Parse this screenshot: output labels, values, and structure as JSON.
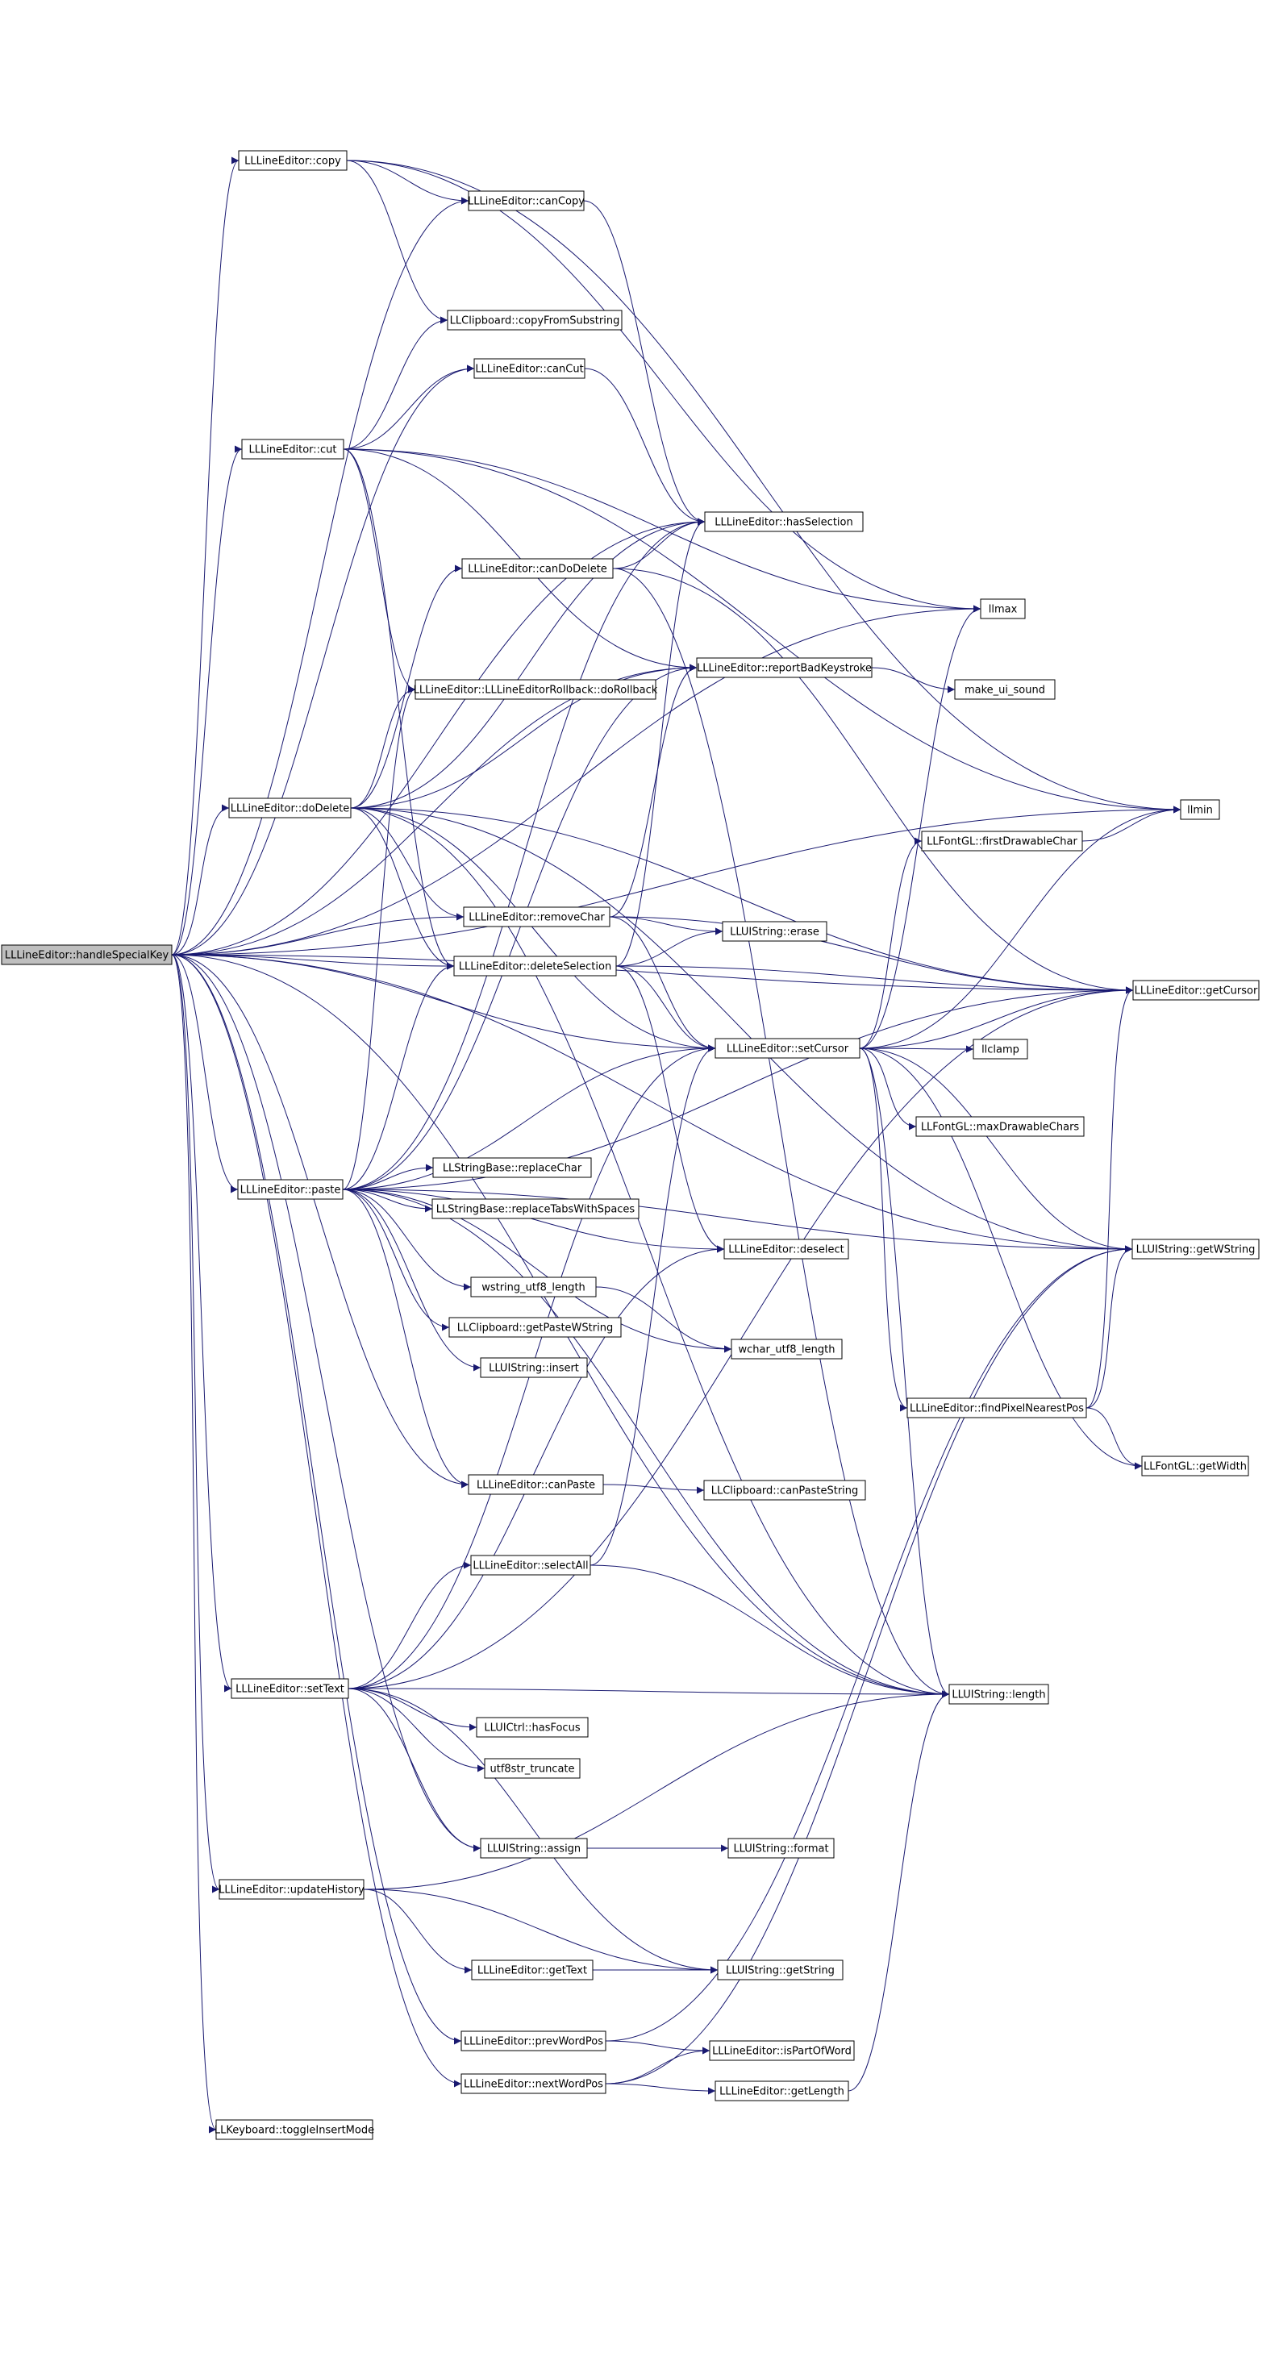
{
  "colors": {
    "edge": "#191970",
    "node_fill": "#ffffff",
    "root_fill": "#bfbfbf",
    "border_normal": "#000000",
    "border_truncated": "#ff0000",
    "text": "#000000"
  },
  "nodes": [
    {
      "id": "handleSpecialKey",
      "label": "LLLineEditor::handleSpecialKey",
      "root": true
    },
    {
      "id": "copy",
      "label": "LLLineEditor::copy"
    },
    {
      "id": "canCopy",
      "label": "LLLineEditor::canCopy"
    },
    {
      "id": "copyFromSubstring",
      "label": "LLClipboard::copyFromSubstring",
      "truncated": true
    },
    {
      "id": "canCut",
      "label": "LLLineEditor::canCut"
    },
    {
      "id": "cut",
      "label": "LLLineEditor::cut"
    },
    {
      "id": "hasSelection",
      "label": "LLLineEditor::hasSelection"
    },
    {
      "id": "canDoDelete",
      "label": "LLLineEditor::canDoDelete"
    },
    {
      "id": "llmax",
      "label": "llmax"
    },
    {
      "id": "doRollback",
      "label": "LLLineEditor::LLLineEditorRollback::doRollback"
    },
    {
      "id": "reportBadKeystroke",
      "label": "LLLineEditor::reportBadKeystroke"
    },
    {
      "id": "make_ui_sound",
      "label": "make_ui_sound",
      "truncated": true
    },
    {
      "id": "doDelete",
      "label": "LLLineEditor::doDelete"
    },
    {
      "id": "llmin",
      "label": "llmin"
    },
    {
      "id": "firstDrawableChar",
      "label": "LLFontGL::firstDrawableChar",
      "truncated": true
    },
    {
      "id": "removeChar",
      "label": "LLLineEditor::removeChar"
    },
    {
      "id": "erase",
      "label": "LLUIString::erase",
      "truncated": true
    },
    {
      "id": "deleteSelection",
      "label": "LLLineEditor::deleteSelection"
    },
    {
      "id": "getCursor",
      "label": "LLLineEditor::getCursor"
    },
    {
      "id": "setCursor",
      "label": "LLLineEditor::setCursor"
    },
    {
      "id": "llclamp",
      "label": "llclamp"
    },
    {
      "id": "maxDrawableChars",
      "label": "LLFontGL::maxDrawableChars",
      "truncated": true
    },
    {
      "id": "replaceChar",
      "label": "LLStringBase::replaceChar"
    },
    {
      "id": "paste",
      "label": "LLLineEditor::paste"
    },
    {
      "id": "replaceTabsWithSpaces",
      "label": "LLStringBase::replaceTabsWithSpaces"
    },
    {
      "id": "getWString",
      "label": "LLUIString::getWString"
    },
    {
      "id": "deselect",
      "label": "LLLineEditor::deselect"
    },
    {
      "id": "wstring_utf8_length",
      "label": "wstring_utf8_length"
    },
    {
      "id": "getPasteWString",
      "label": "LLClipboard::getPasteWString",
      "truncated": true
    },
    {
      "id": "wchar_utf8_length",
      "label": "wchar_utf8_length"
    },
    {
      "id": "insert",
      "label": "LLUIString::insert",
      "truncated": true
    },
    {
      "id": "findPixelNearestPos",
      "label": "LLLineEditor::findPixelNearestPos"
    },
    {
      "id": "getWidth",
      "label": "LLFontGL::getWidth",
      "truncated": true
    },
    {
      "id": "canPaste",
      "label": "LLLineEditor::canPaste"
    },
    {
      "id": "canPasteString",
      "label": "LLClipboard::canPasteString",
      "truncated": true
    },
    {
      "id": "selectAll",
      "label": "LLLineEditor::selectAll"
    },
    {
      "id": "setText",
      "label": "LLLineEditor::setText"
    },
    {
      "id": "length",
      "label": "LLUIString::length"
    },
    {
      "id": "hasFocus",
      "label": "LLUICtrl::hasFocus",
      "truncated": true
    },
    {
      "id": "utf8str_truncate",
      "label": "utf8str_truncate"
    },
    {
      "id": "assign",
      "label": "LLUIString::assign"
    },
    {
      "id": "format",
      "label": "LLUIString::format",
      "truncated": true
    },
    {
      "id": "updateHistory",
      "label": "LLLineEditor::updateHistory"
    },
    {
      "id": "getText",
      "label": "LLLineEditor::getText"
    },
    {
      "id": "getString",
      "label": "LLUIString::getString"
    },
    {
      "id": "prevWordPos",
      "label": "LLLineEditor::prevWordPos"
    },
    {
      "id": "isPartOfWord",
      "label": "LLLineEditor::isPartOfWord"
    },
    {
      "id": "nextWordPos",
      "label": "LLLineEditor::nextWordPos"
    },
    {
      "id": "getLength",
      "label": "LLLineEditor::getLength"
    },
    {
      "id": "toggleInsertMode",
      "label": "LLKeyboard::toggleInsertMode"
    }
  ],
  "edges": [
    [
      "handleSpecialKey",
      "copy"
    ],
    [
      "handleSpecialKey",
      "canCopy"
    ],
    [
      "handleSpecialKey",
      "cut"
    ],
    [
      "handleSpecialKey",
      "canCut"
    ],
    [
      "handleSpecialKey",
      "hasSelection"
    ],
    [
      "handleSpecialKey",
      "reportBadKeystroke"
    ],
    [
      "handleSpecialKey",
      "doDelete"
    ],
    [
      "handleSpecialKey",
      "removeChar"
    ],
    [
      "handleSpecialKey",
      "deleteSelection"
    ],
    [
      "handleSpecialKey",
      "setCursor"
    ],
    [
      "handleSpecialKey",
      "paste"
    ],
    [
      "handleSpecialKey",
      "canPaste"
    ],
    [
      "handleSpecialKey",
      "setText"
    ],
    [
      "handleSpecialKey",
      "assign"
    ],
    [
      "handleSpecialKey",
      "updateHistory"
    ],
    [
      "handleSpecialKey",
      "prevWordPos"
    ],
    [
      "handleSpecialKey",
      "nextWordPos"
    ],
    [
      "handleSpecialKey",
      "toggleInsertMode"
    ],
    [
      "handleSpecialKey",
      "llmin"
    ],
    [
      "handleSpecialKey",
      "llmax"
    ],
    [
      "handleSpecialKey",
      "getCursor"
    ],
    [
      "handleSpecialKey",
      "getWString"
    ],
    [
      "handleSpecialKey",
      "length"
    ],
    [
      "copy",
      "canCopy"
    ],
    [
      "copy",
      "copyFromSubstring"
    ],
    [
      "copy",
      "llmin"
    ],
    [
      "copy",
      "llmax"
    ],
    [
      "canCopy",
      "hasSelection"
    ],
    [
      "cut",
      "canCut"
    ],
    [
      "cut",
      "copyFromSubstring"
    ],
    [
      "cut",
      "reportBadKeystroke"
    ],
    [
      "cut",
      "doRollback"
    ],
    [
      "cut",
      "deleteSelection"
    ],
    [
      "cut",
      "llmin"
    ],
    [
      "cut",
      "llmax"
    ],
    [
      "canCut",
      "hasSelection"
    ],
    [
      "canDoDelete",
      "hasSelection"
    ],
    [
      "canDoDelete",
      "getCursor"
    ],
    [
      "canDoDelete",
      "length"
    ],
    [
      "reportBadKeystroke",
      "make_ui_sound"
    ],
    [
      "doDelete",
      "canDoDelete"
    ],
    [
      "doDelete",
      "hasSelection"
    ],
    [
      "doDelete",
      "deleteSelection"
    ],
    [
      "doDelete",
      "removeChar"
    ],
    [
      "doDelete",
      "setCursor"
    ],
    [
      "doDelete",
      "doRollback"
    ],
    [
      "doDelete",
      "reportBadKeystroke"
    ],
    [
      "doDelete",
      "getCursor"
    ],
    [
      "doDelete",
      "getWString"
    ],
    [
      "doDelete",
      "length"
    ],
    [
      "removeChar",
      "erase"
    ],
    [
      "removeChar",
      "setCursor"
    ],
    [
      "removeChar",
      "reportBadKeystroke"
    ],
    [
      "removeChar",
      "getCursor"
    ],
    [
      "deleteSelection",
      "erase"
    ],
    [
      "deleteSelection",
      "setCursor"
    ],
    [
      "deleteSelection",
      "deselect"
    ],
    [
      "deleteSelection",
      "hasSelection"
    ],
    [
      "deleteSelection",
      "getCursor"
    ],
    [
      "setCursor",
      "llclamp"
    ],
    [
      "setCursor",
      "firstDrawableChar"
    ],
    [
      "setCursor",
      "maxDrawableChars"
    ],
    [
      "setCursor",
      "getCursor"
    ],
    [
      "setCursor",
      "getWString"
    ],
    [
      "setCursor",
      "findPixelNearestPos"
    ],
    [
      "setCursor",
      "length"
    ],
    [
      "setCursor",
      "getWidth"
    ],
    [
      "setCursor",
      "llmin"
    ],
    [
      "setCursor",
      "llmax"
    ],
    [
      "firstDrawableChar",
      "llmin"
    ],
    [
      "paste",
      "replaceChar"
    ],
    [
      "paste",
      "replaceTabsWithSpaces"
    ],
    [
      "paste",
      "deselect"
    ],
    [
      "paste",
      "wstring_utf8_length"
    ],
    [
      "paste",
      "getPasteWString"
    ],
    [
      "paste",
      "insert"
    ],
    [
      "paste",
      "wchar_utf8_length"
    ],
    [
      "paste",
      "canPaste"
    ],
    [
      "paste",
      "setCursor"
    ],
    [
      "paste",
      "deleteSelection"
    ],
    [
      "paste",
      "hasSelection"
    ],
    [
      "paste",
      "doRollback"
    ],
    [
      "paste",
      "reportBadKeystroke"
    ],
    [
      "paste",
      "getCursor"
    ],
    [
      "paste",
      "getWString"
    ],
    [
      "paste",
      "length"
    ],
    [
      "wstring_utf8_length",
      "wchar_utf8_length"
    ],
    [
      "findPixelNearestPos",
      "getWString"
    ],
    [
      "findPixelNearestPos",
      "getWidth"
    ],
    [
      "findPixelNearestPos",
      "getCursor"
    ],
    [
      "canPaste",
      "canPasteString"
    ],
    [
      "selectAll",
      "setCursor"
    ],
    [
      "selectAll",
      "length"
    ],
    [
      "setText",
      "selectAll"
    ],
    [
      "setText",
      "hasFocus"
    ],
    [
      "setText",
      "utf8str_truncate"
    ],
    [
      "setText",
      "assign"
    ],
    [
      "setText",
      "getString"
    ],
    [
      "setText",
      "length"
    ],
    [
      "setText",
      "setCursor"
    ],
    [
      "setText",
      "deselect"
    ],
    [
      "setText",
      "getCursor"
    ],
    [
      "assign",
      "format"
    ],
    [
      "updateHistory",
      "getText"
    ],
    [
      "updateHistory",
      "getString"
    ],
    [
      "updateHistory",
      "length"
    ],
    [
      "getText",
      "getString"
    ],
    [
      "prevWordPos",
      "isPartOfWord"
    ],
    [
      "prevWordPos",
      "getWString"
    ],
    [
      "nextWordPos",
      "isPartOfWord"
    ],
    [
      "nextWordPos",
      "getLength"
    ],
    [
      "nextWordPos",
      "getWString"
    ],
    [
      "getLength",
      "length"
    ]
  ]
}
